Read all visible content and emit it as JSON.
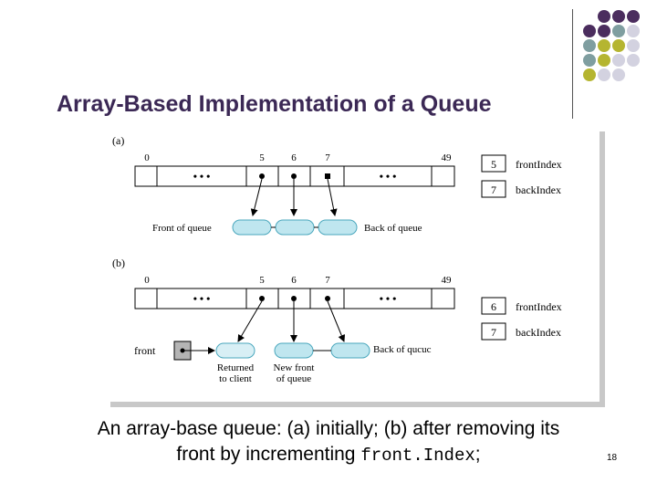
{
  "slide": {
    "title": "Array-Based Implementation of a Queue",
    "page_number": "18"
  },
  "decoration": {
    "dot_colors": [
      "#4b2d5e",
      "#7f9ea0",
      "#b5b530",
      "#d3d2e0"
    ]
  },
  "figure": {
    "part_a": {
      "label": "(a)",
      "indices": [
        "0",
        "5",
        "6",
        "7",
        "49"
      ],
      "ellipsis_left": "• • •",
      "ellipsis_right": "• • •",
      "front_index_value": "5",
      "front_index_label": "frontIndex",
      "back_index_value": "7",
      "back_index_label": "backIndex",
      "front_label": "Front of queue",
      "back_label": "Back of queue"
    },
    "part_b": {
      "label": "(b)",
      "indices": [
        "0",
        "5",
        "6",
        "7",
        "49"
      ],
      "ellipsis_left": "• • •",
      "ellipsis_right": "• • •",
      "front_index_value": "6",
      "front_index_label": "frontIndex",
      "back_index_value": "7",
      "back_index_label": "backIndex",
      "front_var_label": "front",
      "returned_line1": "Returned",
      "returned_line2": "to client",
      "newfront_line1": "New front",
      "newfront_line2": "of queue",
      "back_label": "Back of qucuc"
    }
  },
  "caption": {
    "line1": "An array-base queue: (a) initially; (b) after removing its",
    "line2_prefix": "front by incrementing ",
    "line2_code": "front.Index",
    "line2_suffix": ";"
  }
}
